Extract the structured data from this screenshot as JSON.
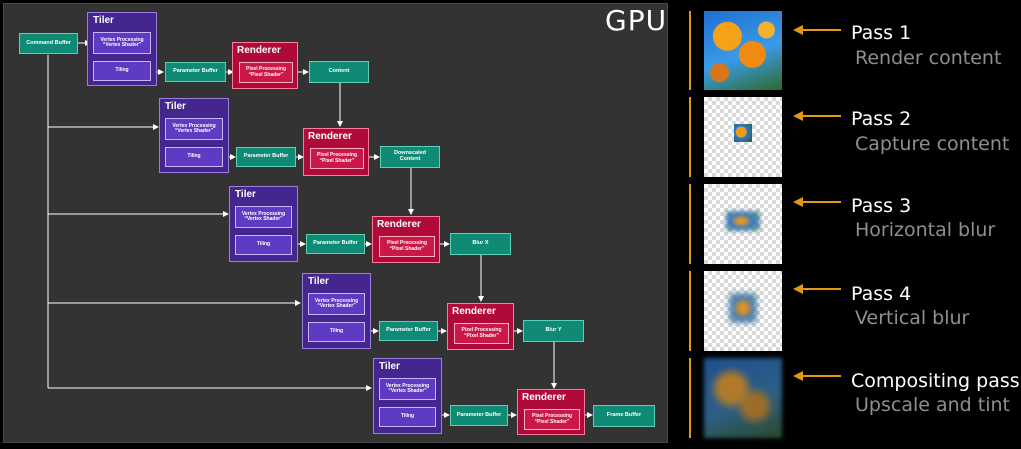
{
  "gpu_label": "GPU",
  "command_buffer": "Command Buffer",
  "tiler": {
    "title": "Tiler",
    "vertex_line1": "Vertex Processing",
    "vertex_line2": "“Vertex Shader”",
    "tiling": "Tiling"
  },
  "parameter_buffer": "Parameter Buffer",
  "renderer": {
    "title": "Renderer",
    "pixel_line1": "Pixel Processing",
    "pixel_line2": "“Pixel Shader”"
  },
  "outputs": {
    "content": "Content",
    "downscaled_line1": "Downscaled",
    "downscaled_line2": "Content",
    "blur_x": "Blur X",
    "blur_y": "Blur Y",
    "frame_buffer": "Frame Buffer"
  },
  "passes": [
    {
      "title": "Pass 1",
      "subtitle": "Render content"
    },
    {
      "title": "Pass 2",
      "subtitle": "Capture content"
    },
    {
      "title": "Pass 3",
      "subtitle": "Horizontal blur"
    },
    {
      "title": "Pass 4",
      "subtitle": "Vertical blur"
    },
    {
      "title": "Compositing pass",
      "subtitle": "Upscale and tint"
    }
  ],
  "colors": {
    "accent_orange": "#e09a10",
    "tiler_purple": "#45268f",
    "renderer_red": "#b00a3a",
    "buffer_teal": "#0f8a74"
  }
}
